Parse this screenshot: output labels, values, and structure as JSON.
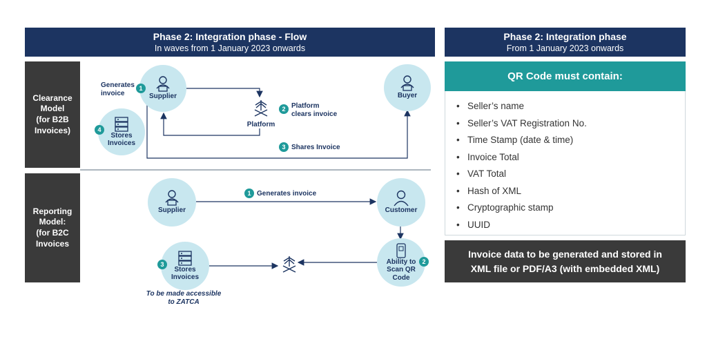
{
  "left_header": {
    "title": "Phase 2: Integration phase - Flow",
    "subtitle": "In waves from 1 January 2023 onwards"
  },
  "right_header": {
    "title": "Phase 2: Integration phase",
    "subtitle": "From 1 January 2023 onwards"
  },
  "clearance": {
    "side_label": [
      "Clearance",
      "Model",
      "(for B2B",
      "Invoices)"
    ],
    "supplier": "Supplier",
    "buyer": "Buyer",
    "platform": "Platform",
    "stores": [
      "Stores",
      "Invoices"
    ],
    "step1": [
      "Generates",
      "invoice"
    ],
    "step2": [
      "Platform",
      "clears invoice"
    ],
    "step3": "Shares Invoice",
    "n1": "1",
    "n2": "2",
    "n3": "3",
    "n4": "4"
  },
  "reporting": {
    "side_label": [
      "Reporting",
      "Model:",
      "(for B2C",
      "Invoices"
    ],
    "supplier": "Supplier",
    "customer": "Customer",
    "stores": [
      "Stores",
      "Invoices"
    ],
    "scan": [
      "Ability to",
      "Scan QR",
      "Code"
    ],
    "step1": "Generates invoice",
    "note": [
      "To be made accessible",
      "to ZATCA"
    ],
    "n1": "1",
    "n2": "2",
    "n3": "3"
  },
  "qr": {
    "title": "QR Code must contain:",
    "items": [
      "Seller’s name",
      "Seller’s VAT Registration No.",
      "Time Stamp (date & time)",
      "Invoice Total",
      "VAT Total",
      "Hash of XML",
      "Cryptographic stamp",
      "UUID"
    ]
  },
  "bottom_note": [
    "Invoice data to be generated and stored in",
    "XML file or PDF/A3 (with embedded XML)"
  ],
  "colors": {
    "navy": "#1c3461",
    "teal": "#1f9a9a",
    "dark": "#3a3a3a",
    "circle": "#c8e7ef"
  }
}
